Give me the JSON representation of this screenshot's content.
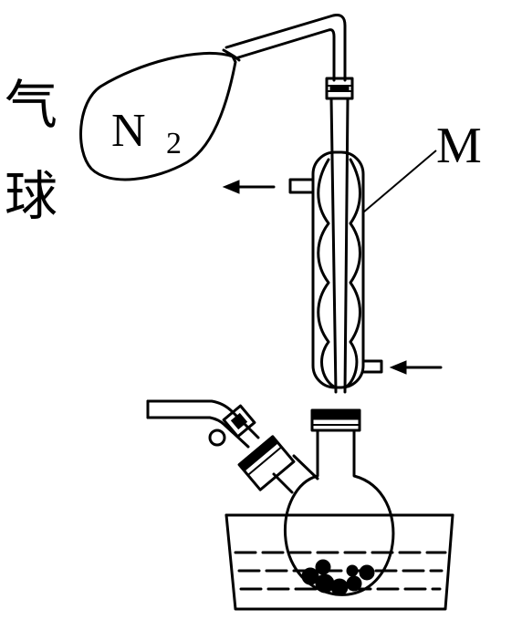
{
  "labels": {
    "balloon_label_line1": "气",
    "balloon_label_line2": "球",
    "gas_symbol": "N",
    "gas_subscript": "2",
    "condenser_label": "M"
  }
}
